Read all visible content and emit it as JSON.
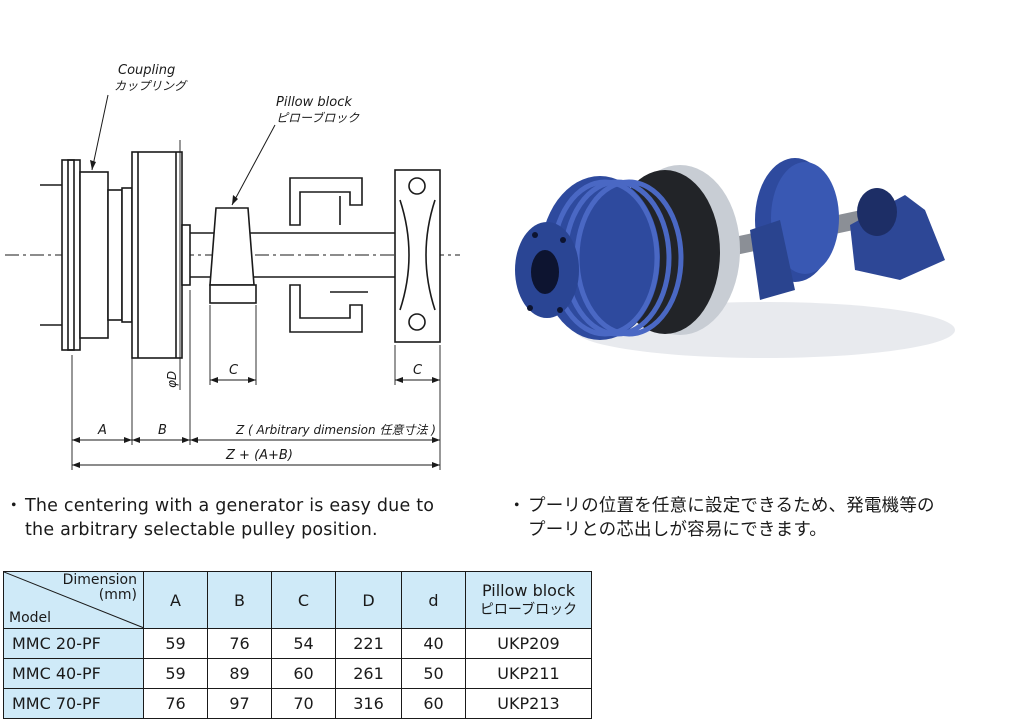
{
  "drawing": {
    "coupling_en": "Coupling",
    "coupling_ja": "カップリング",
    "pillow_en": "Pillow block",
    "pillow_ja": "ピローブロック",
    "dim_phiD": "φD",
    "dim_A": "A",
    "dim_B": "B",
    "dim_C_left": "C",
    "dim_C_right": "C",
    "dim_Z": "Z ( Arbitrary  dimension  任意寸法 )",
    "dim_ZAB": "Z + (A+B)"
  },
  "photo": {
    "alt": "coupling assembly photo",
    "body_color": "#2e4a9e",
    "ring_color": "#c8cdd4"
  },
  "notes": {
    "bullet_mark": "・",
    "en_line1": "The centering with a generator is easy due to",
    "en_line2": "the arbitrary selectable pulley position.",
    "ja_line1": "プーリの位置を任意に設定できるため、発電機等の",
    "ja_line2": "プーリとの芯出しが容易にできます。"
  },
  "table": {
    "corner_dimension": "Dimension",
    "corner_unit": "(mm)",
    "corner_model": "Model",
    "headers": [
      "A",
      "B",
      "C",
      "D",
      "d"
    ],
    "pillow_header_en": "Pillow block",
    "pillow_header_ja": "ピローブロック",
    "rows": [
      {
        "model": "MMC 20-PF",
        "A": "59",
        "B": "76",
        "C": "54",
        "D": "221",
        "d": "40",
        "pillow": "UKP209"
      },
      {
        "model": "MMC 40-PF",
        "A": "59",
        "B": "89",
        "C": "60",
        "D": "261",
        "d": "50",
        "pillow": "UKP211"
      },
      {
        "model": "MMC 70-PF",
        "A": "76",
        "B": "97",
        "C": "70",
        "D": "316",
        "d": "60",
        "pillow": "UKP213"
      }
    ],
    "header_bg": "#cfeaf8"
  }
}
